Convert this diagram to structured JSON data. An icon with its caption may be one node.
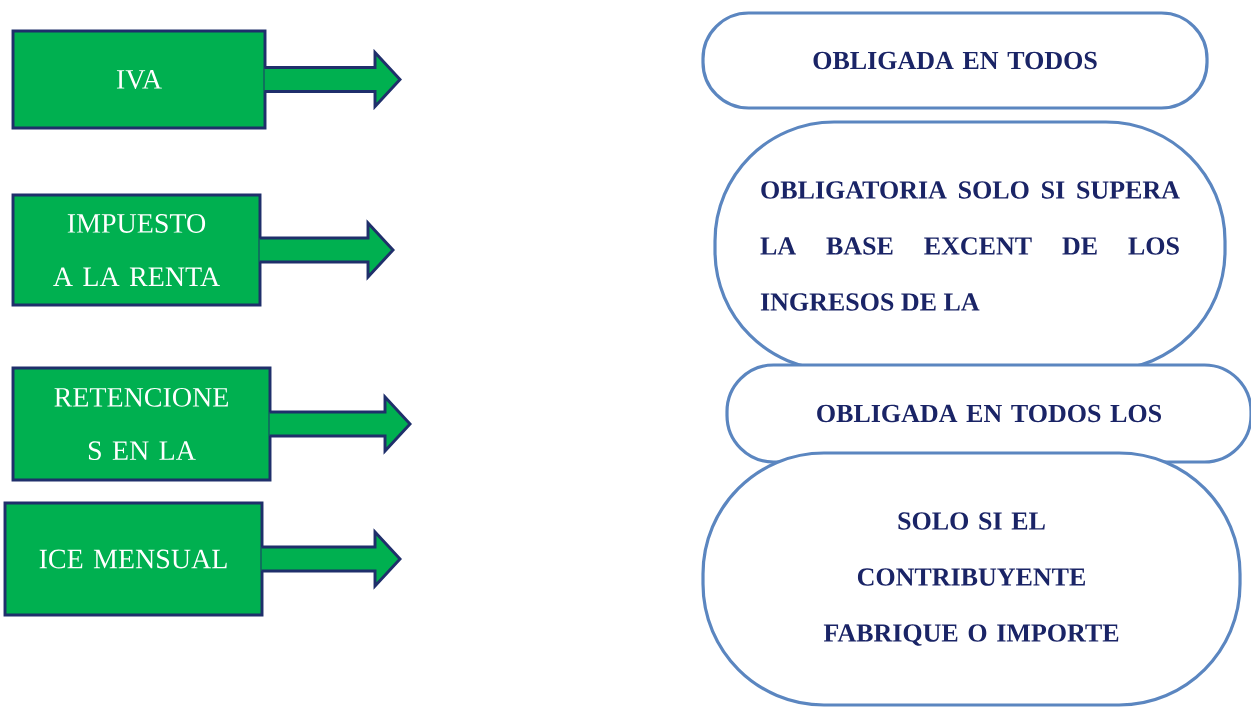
{
  "diagram": {
    "nodes": [
      {
        "text": [
          "IVA"
        ]
      },
      {
        "text": [
          "IMPUESTO A LA RENTA"
        ]
      },
      {
        "text": [
          "RETENCIONE S EN LA"
        ]
      },
      {
        "text": [
          "ICE MENSUAL"
        ]
      },
      {
        "text": [
          "OBLIGADA EN TODOS"
        ]
      },
      {
        "text": [
          "OBLIGATORIA SOLO SI SUPERA LA BASE EXCENT DE LOS INGRESOS DE LA"
        ]
      },
      {
        "text": [
          "OBLIGADA EN TODOS LOS"
        ]
      },
      {
        "text": [
          "SOLO SI EL CONTRIBUYENTE FABRIQUE O IMPORTE"
        ]
      }
    ],
    "edges": [
      {
        "from": 0,
        "to": null,
        "arrow": "to"
      },
      {
        "from": 1,
        "to": null,
        "arrow": "to"
      },
      {
        "from": 2,
        "to": null,
        "arrow": "to"
      },
      {
        "from": 3,
        "to": null,
        "arrow": "to"
      }
    ]
  }
}
